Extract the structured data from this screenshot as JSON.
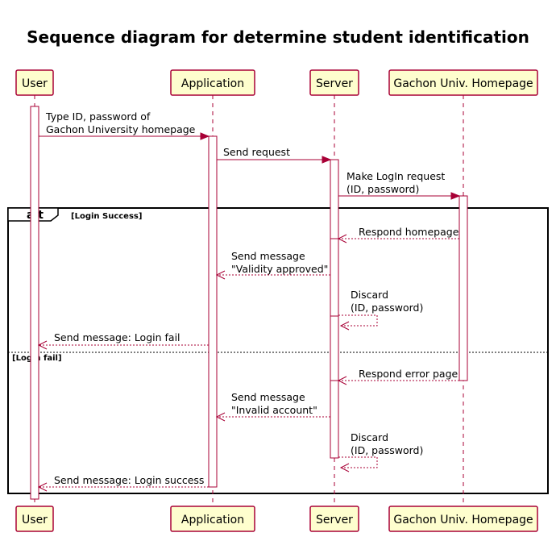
{
  "diagram": {
    "title": "Sequence diagram for determine student identification",
    "participants": [
      {
        "id": "user",
        "label": "User"
      },
      {
        "id": "app",
        "label": "Application"
      },
      {
        "id": "server",
        "label": "Server"
      },
      {
        "id": "home",
        "label": "Gachon Univ. Homepage"
      }
    ],
    "messages": [
      {
        "from": "user",
        "to": "app",
        "kind": "sync",
        "lines": [
          "Type ID, password of",
          "Gachon University homepage"
        ]
      },
      {
        "from": "app",
        "to": "server",
        "kind": "sync",
        "lines": [
          "Send request"
        ]
      },
      {
        "from": "server",
        "to": "home",
        "kind": "sync",
        "lines": [
          "Make LogIn request",
          "(ID, password)"
        ]
      },
      {
        "from": "home",
        "to": "server",
        "kind": "return",
        "lines": [
          "Respond homepage"
        ]
      },
      {
        "from": "server",
        "to": "app",
        "kind": "return",
        "lines": [
          "Send message",
          "\"Validity approved\""
        ]
      },
      {
        "from": "server",
        "to": "server",
        "kind": "self-return",
        "lines": [
          "Discard",
          "(ID, password)"
        ]
      },
      {
        "from": "app",
        "to": "user",
        "kind": "return",
        "lines": [
          "Send message: Login fail"
        ]
      },
      {
        "from": "home",
        "to": "server",
        "kind": "return",
        "lines": [
          "Respond error page"
        ]
      },
      {
        "from": "server",
        "to": "app",
        "kind": "return",
        "lines": [
          "Send message",
          "\"Invalid account\""
        ]
      },
      {
        "from": "server",
        "to": "server",
        "kind": "self-return",
        "lines": [
          "Discard",
          "(ID, password)"
        ]
      },
      {
        "from": "app",
        "to": "user",
        "kind": "return",
        "lines": [
          "Send message: Login success"
        ]
      }
    ],
    "fragment": {
      "operator": "alt",
      "guards": [
        "[Login Success]",
        "[Login fail]"
      ]
    },
    "colors": {
      "participant_fill": "#FEFECE",
      "line": "#A80036"
    }
  }
}
